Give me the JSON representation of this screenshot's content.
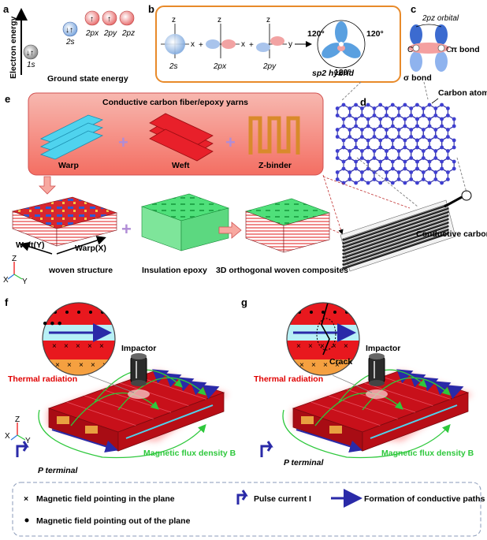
{
  "panels": {
    "a": "a",
    "b": "b",
    "c": "c",
    "d": "d",
    "e": "e",
    "f": "f",
    "g": "g"
  },
  "a": {
    "y_axis": "Electron energy",
    "orbitals": [
      "1s",
      "2s",
      "2px",
      "2py",
      "2pz"
    ],
    "ground": "Ground state energy"
  },
  "b": {
    "orbitals": [
      "2s",
      "2px",
      "2py"
    ],
    "axes": {
      "z": "z",
      "x": "x",
      "y": "y"
    },
    "angles": [
      "120°",
      "120°",
      "120°"
    ],
    "hybrid": "sp2 hybrid",
    "ops": [
      "+",
      "+"
    ]
  },
  "c": {
    "orbital": "2pz orbital",
    "pi_bond": "π bond",
    "sigma_bond": "σ bond",
    "atom": "C"
  },
  "d": {
    "label": "Carbon atom"
  },
  "e": {
    "title": "Conductive carbon fiber/epoxy yarns",
    "yarns": [
      "Warp",
      "Weft",
      "Z-binder"
    ],
    "woven_structure": "woven structure",
    "warp_dir": "Warp(X)",
    "weft_dir": "Weft(Y)",
    "insulation": "Insulation epoxy",
    "composites": "3D orthogonal woven composites",
    "fiber": "Conductive carbon fiber",
    "axes": {
      "x": "X",
      "y": "Y",
      "z": "Z"
    }
  },
  "f": {
    "impactor": "Impactor",
    "thermal": "Thermal radiation",
    "flux": "Magnetic flux density B",
    "terminal": "P terminal"
  },
  "g": {
    "impactor": "Impactor",
    "crack": "Crack",
    "thermal": "Thermal radiation",
    "flux": "Magnetic flux density B",
    "terminal": "P terminal"
  },
  "legend": {
    "in_plane": "Magnetic field pointing in the plane",
    "out_plane": "Magnetic field pointing out of the  plane",
    "pulse": "Pulse current I",
    "paths": "Formation of conductive paths"
  },
  "colors": {
    "red": "#d00000",
    "green": "#2ec83c",
    "blue": "#2a2aa8",
    "orange": "#e87c1e"
  }
}
